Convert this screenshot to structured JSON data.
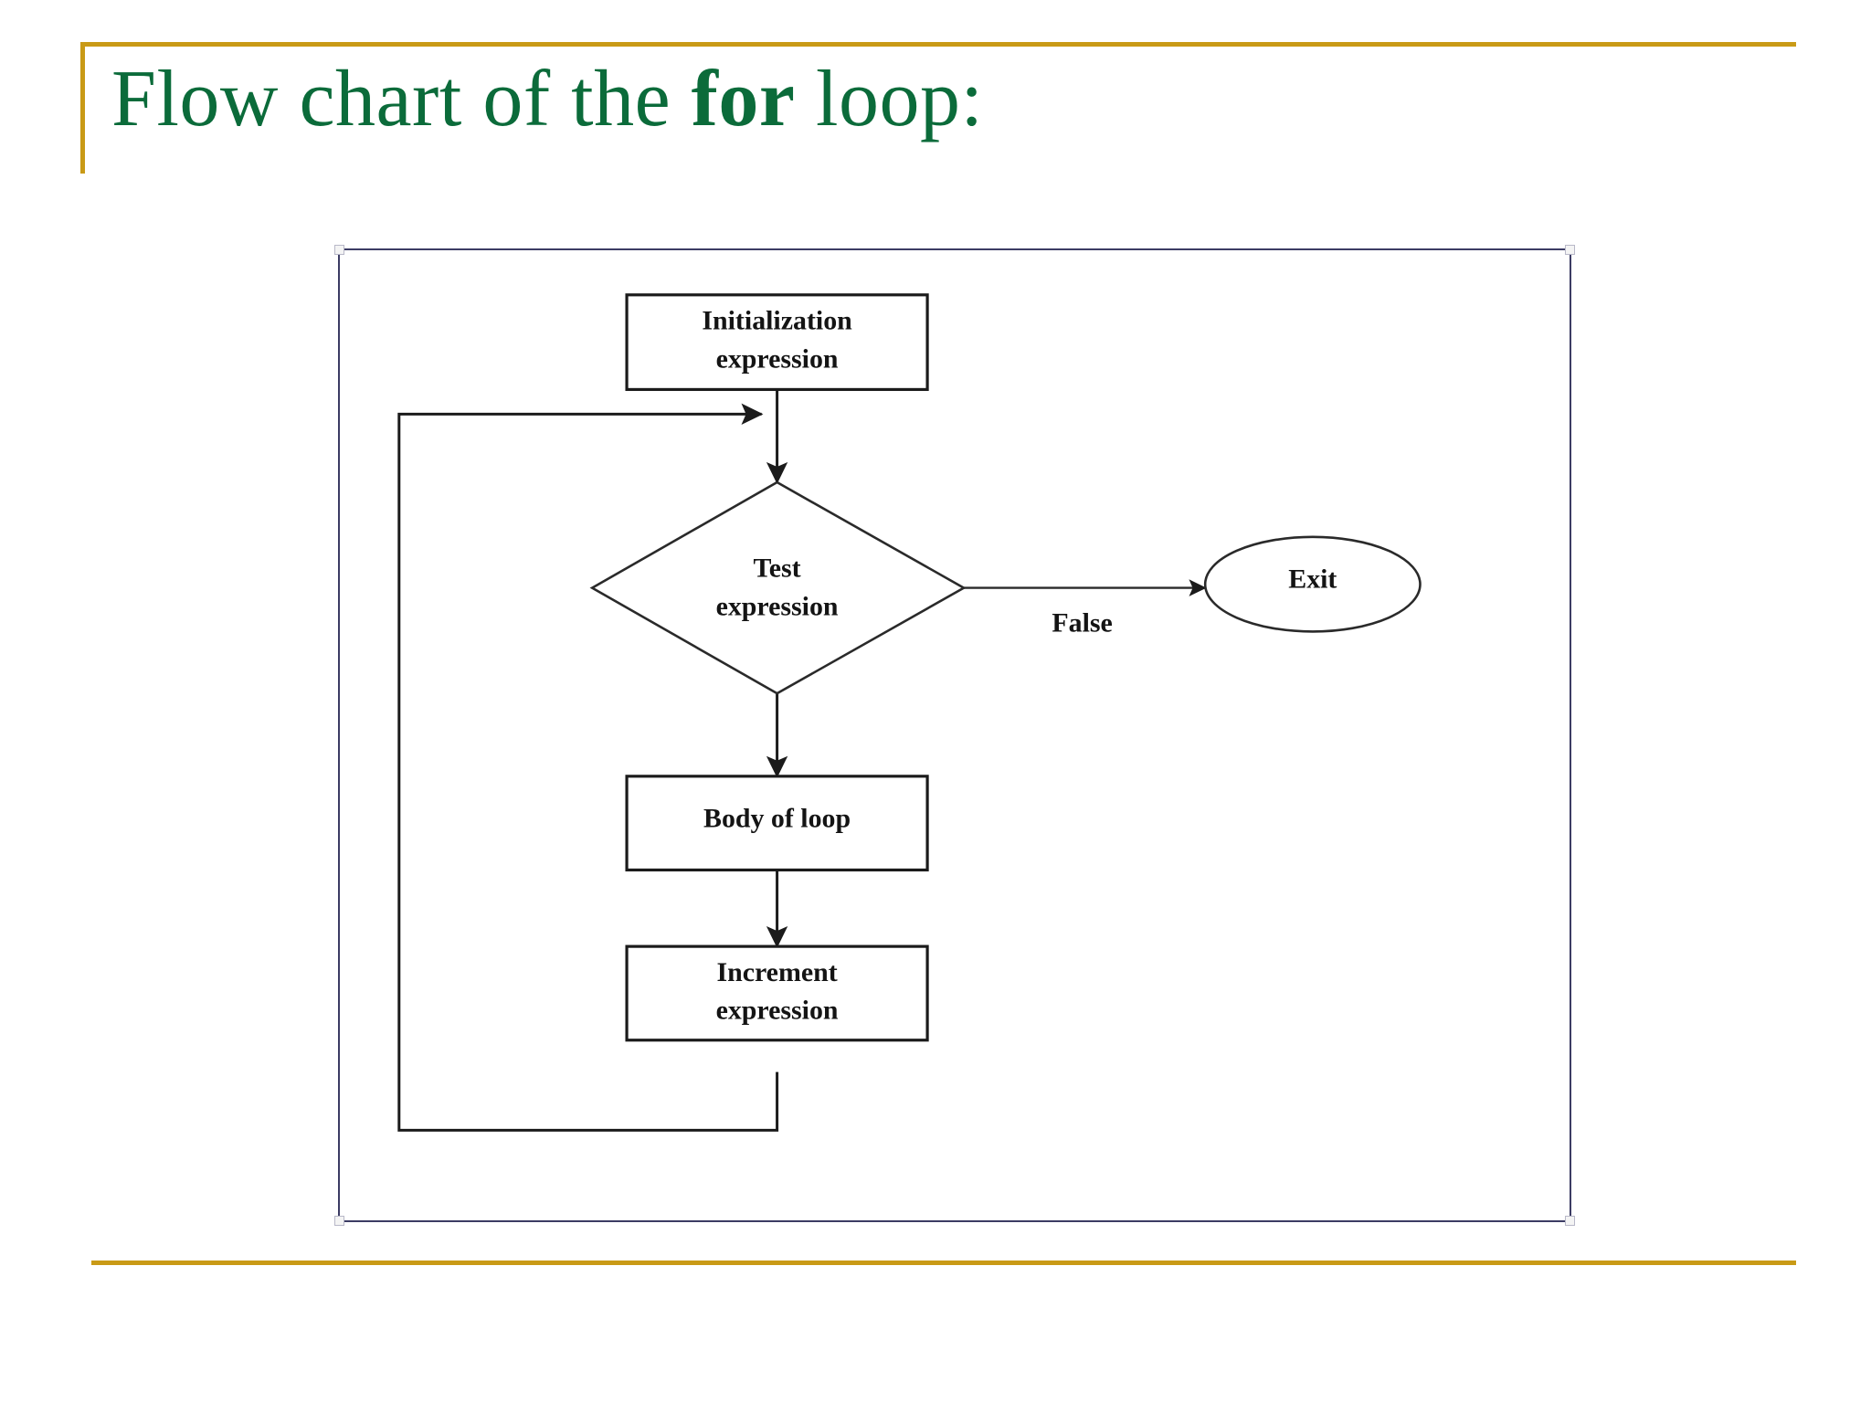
{
  "slide": {
    "title_prefix": "Flow chart of the ",
    "title_keyword": "for",
    "title_suffix": " loop:",
    "accent_gold": "#C99A16",
    "title_green": "#0B6B3A",
    "frame_border": "#3C3C64"
  },
  "chart_data": {
    "type": "diagram",
    "title": "Flow chart of the for loop:",
    "nodes": [
      {
        "id": "init",
        "shape": "rectangle",
        "label": "Initialization expression",
        "line1": "Initialization",
        "line2": "expression"
      },
      {
        "id": "test",
        "shape": "diamond",
        "label": "Test expression",
        "line1": "Test",
        "line2": "expression"
      },
      {
        "id": "exit",
        "shape": "ellipse",
        "label": "Exit",
        "line1": "Exit",
        "line2": ""
      },
      {
        "id": "body",
        "shape": "rectangle",
        "label": "Body of loop",
        "line1": "Body of loop",
        "line2": ""
      },
      {
        "id": "increment",
        "shape": "rectangle",
        "label": "Increment expression",
        "line1": "Increment",
        "line2": "expression"
      }
    ],
    "edges": [
      {
        "from": "init",
        "to": "test",
        "label": ""
      },
      {
        "from": "test",
        "to": "exit",
        "label": "False"
      },
      {
        "from": "test",
        "to": "body",
        "label": ""
      },
      {
        "from": "body",
        "to": "increment",
        "label": ""
      },
      {
        "from": "increment",
        "to": "test",
        "label": ""
      }
    ],
    "edge_labels": [
      "False"
    ]
  }
}
